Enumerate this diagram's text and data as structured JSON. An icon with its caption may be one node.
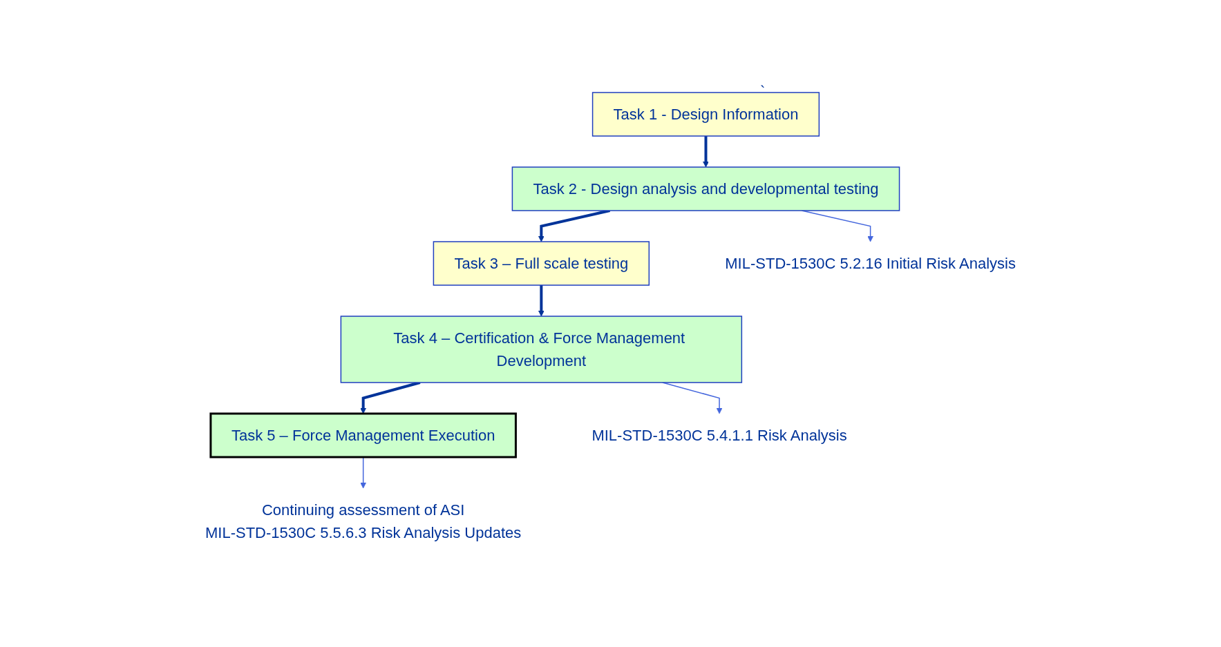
{
  "diagram": {
    "nodes": [
      {
        "text": [
          "Task 1 - Design Information"
        ]
      },
      {
        "text": [
          "Task 2 - Design analysis and developmental testing"
        ]
      },
      {
        "text": [
          "Task 3 – Full scale testing"
        ]
      },
      {
        "text": [
          "Task 4 – Certification & Force Management Development"
        ]
      },
      {
        "text": [
          "Task 5 – Force Management Execution"
        ]
      },
      {
        "text": [
          "MIL-STD-1530C 5.2.16 Initial Risk Analysis"
        ]
      },
      {
        "text": [
          "MIL-STD-1530C 5.4.1.1 Risk Analysis"
        ]
      },
      {
        "text": [
          "Continuing assessment of ASI",
          "MIL-STD-1530C 5.5.6.3 Risk Analysis Updates"
        ]
      }
    ],
    "edges": [
      {
        "from": 0,
        "to": 1,
        "arrow": "to",
        "color": "#003399"
      },
      {
        "from": 1,
        "to": 2,
        "arrow": "to",
        "color": "#003399"
      },
      {
        "from": 2,
        "to": 3,
        "arrow": "to",
        "color": "#003399"
      },
      {
        "from": 3,
        "to": 4,
        "arrow": "to",
        "color": "#003399"
      },
      {
        "from": 1,
        "to": 5,
        "arrow": "to"
      },
      {
        "from": 3,
        "to": 6,
        "arrow": "to"
      },
      {
        "from": 4,
        "to": 7,
        "arrow": "to"
      }
    ],
    "labels": [
      "`"
    ]
  }
}
